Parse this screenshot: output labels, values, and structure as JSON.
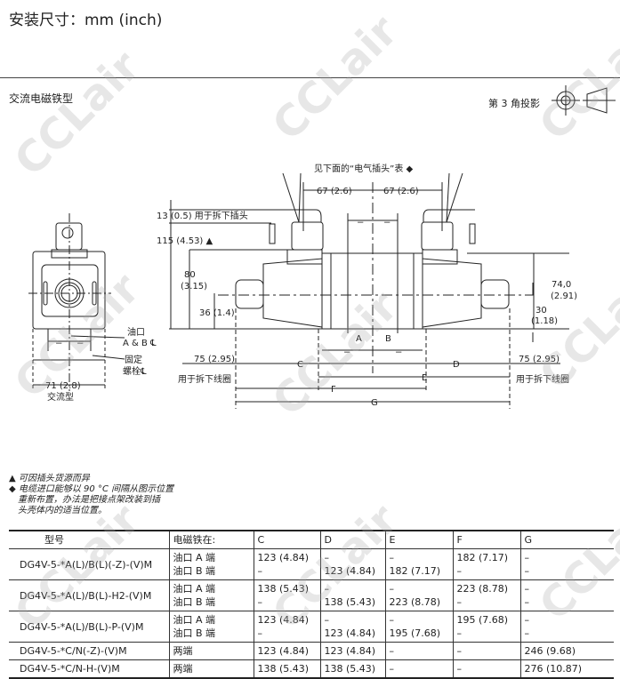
{
  "header": {
    "title": "安装尺寸：mm  (inch)",
    "subtitle": "交流电磁铁型",
    "projection": "第 3 角投影"
  },
  "watermark": "CCLair",
  "drawing": {
    "plug_note": "见下面的“电气插头”表 ◆",
    "dim_67_left": "67 (2.6)",
    "dim_67_right": "67 (2.6)",
    "dim_13": "13 (0.5) 用于拆下插头",
    "dim_115": "115 (4.53) ▲",
    "dim_80": "80",
    "dim_80_in": "(3.15)",
    "dim_36": "36 (1.4)",
    "dim_74": "74,0",
    "dim_74_in": "(2.91)",
    "dim_30": "30",
    "dim_30_in": "(1.18)",
    "port_a": "A",
    "port_b": "B",
    "dim_75_left": "75 (2.95)",
    "dim_75_right": "75 (2.95)",
    "coil_remove_left": "用于拆下线圈",
    "coil_remove_right": "用于拆下线圈",
    "label_c": "C",
    "label_d": "D",
    "label_e": "E",
    "label_f": "F",
    "label_g": "G",
    "port_label_1": "油口",
    "port_label_2": "A & B ℄",
    "bolt_label_1": "固定",
    "bolt_label_2": "螺栓℄",
    "dim_71": "71 (2.8)",
    "ac_type": "交流型",
    "eq": "="
  },
  "notes": [
    "▲ 可因插头货源而异",
    "◆ 电缆进口能够以 90 °C 间隔从图示位置",
    "重新布置，办法是把接点架改装到插",
    "头壳体内的适当位置。"
  ],
  "table": {
    "headers": [
      "型号",
      "电磁铁在:",
      "C",
      "D",
      "E",
      "F",
      "G"
    ],
    "rows": [
      {
        "model": "DG4V-5-*A(L)/B(L)(-Z)-(V)M",
        "side": [
          "油口 A 端",
          "油口 B 端"
        ],
        "C": [
          "123 (4.84)",
          "–"
        ],
        "D": [
          "–",
          "123 (4.84)"
        ],
        "E": [
          "–",
          "182 (7.17)"
        ],
        "F": [
          "182 (7.17)",
          "–"
        ],
        "G": [
          "–",
          "–"
        ]
      },
      {
        "model": "DG4V-5-*A(L)/B(L)-H2-(V)M",
        "side": [
          "油口 A 端",
          "油口 B 端"
        ],
        "C": [
          "138 (5.43)",
          "–"
        ],
        "D": [
          "–",
          "138 (5.43)"
        ],
        "E": [
          "–",
          "223 (8.78)"
        ],
        "F": [
          "223 (8.78)",
          "–"
        ],
        "G": [
          "–",
          "–"
        ]
      },
      {
        "model": "DG4V-5-*A(L)/B(L)-P-(V)M",
        "side": [
          "油口 A 端",
          "油口 B 端"
        ],
        "C": [
          "123 (4.84)",
          "–"
        ],
        "D": [
          "–",
          "123 (4.84)"
        ],
        "E": [
          "–",
          "195 (7.68)"
        ],
        "F": [
          "195 (7.68)",
          "–"
        ],
        "G": [
          "–",
          "–"
        ]
      },
      {
        "model": "DG4V-5-*C/N(-Z)-(V)M",
        "side": [
          "两端"
        ],
        "C": [
          "123 (4.84)"
        ],
        "D": [
          "123 (4.84)"
        ],
        "E": [
          "–"
        ],
        "F": [
          "–"
        ],
        "G": [
          "246 (9.68)"
        ]
      },
      {
        "model": "DG4V-5-*C/N-H-(V)M",
        "side": [
          "两端"
        ],
        "C": [
          "138 (5.43)"
        ],
        "D": [
          "138 (5.43)"
        ],
        "E": [
          "–"
        ],
        "F": [
          "–"
        ],
        "G": [
          "276 (10.87)"
        ]
      }
    ]
  }
}
